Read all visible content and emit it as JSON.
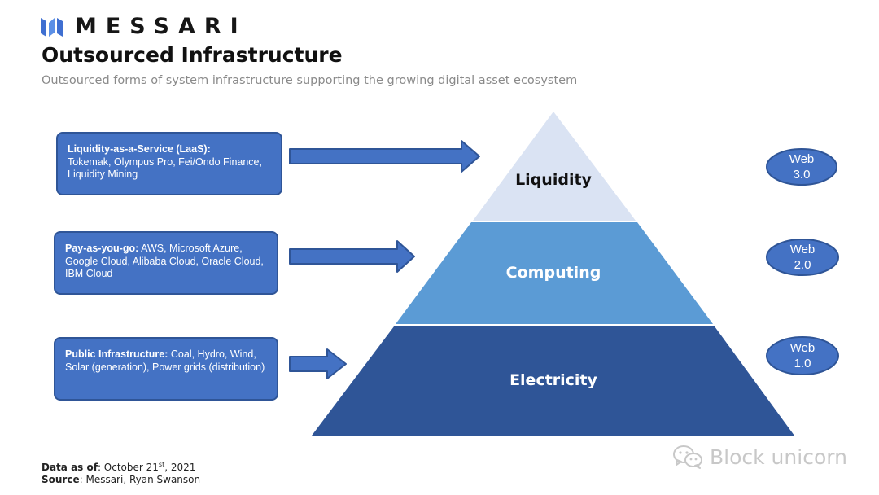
{
  "brand": {
    "name": "MESSARI"
  },
  "header": {
    "title": "Outsourced Infrastructure",
    "subtitle": "Outsourced forms of system infrastructure supporting the growing digital asset ecosystem"
  },
  "boxes": [
    {
      "lead": "Liquidity-as-a-Service (LaaS):",
      "body": "Tokemak, Olympus Pro, Fei/Ondo Finance, Liquidity Mining"
    },
    {
      "lead": "Pay-as-you-go:",
      "body": "AWS, Microsoft Azure, Google Cloud, Alibaba Cloud, Oracle Cloud, IBM Cloud"
    },
    {
      "lead": "Public Infrastructure:",
      "body": "Coal, Hydro, Wind, Solar (generation), Power grids (distribution)"
    }
  ],
  "pyramid": {
    "tiers": [
      {
        "label": "Liquidity",
        "color": "#dae3f3",
        "text_color": "#111111"
      },
      {
        "label": "Computing",
        "color": "#5b9bd5",
        "text_color": "#ffffff"
      },
      {
        "label": "Electricity",
        "color": "#2f5597",
        "text_color": "#ffffff"
      }
    ]
  },
  "web_badges": [
    {
      "line1": "Web",
      "line2": "3.0"
    },
    {
      "line1": "Web",
      "line2": "2.0"
    },
    {
      "line1": "Web",
      "line2": "1.0"
    }
  ],
  "footer": {
    "data_as_of_label": "Data as of",
    "data_as_of_value": ": October 21",
    "data_as_of_suffix": "st",
    "data_as_of_year": ", 2021",
    "source_label": "Source",
    "source_value": ": Messari, Ryan Swanson"
  },
  "watermark": {
    "text": "Block unicorn"
  },
  "colors": {
    "box_fill": "#4472c4",
    "box_border": "#2f5597",
    "arrow_fill": "#4472c4",
    "arrow_stroke": "#2f5597",
    "badge_fill": "#4472c4",
    "badge_stroke": "#2f5597",
    "logo_blue": "#3f6fd1"
  }
}
